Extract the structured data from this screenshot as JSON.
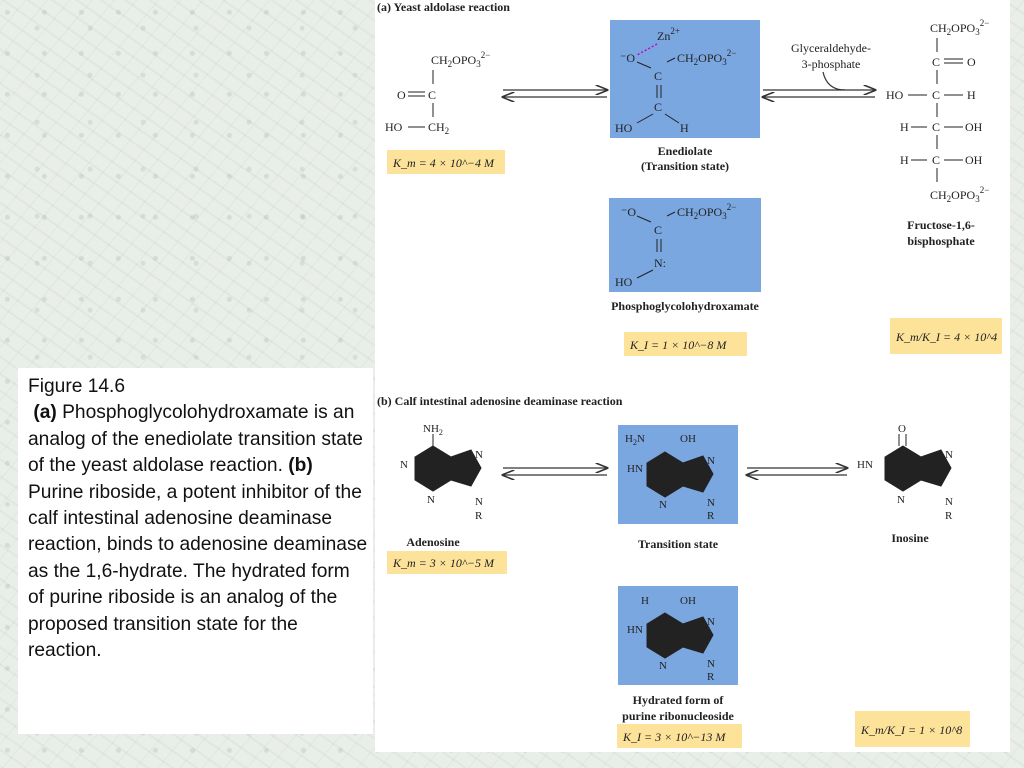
{
  "caption": {
    "figure_label": "Figure 14.6",
    "part_a_label": "(a)",
    "part_a_text": " Phosphoglycolohydroxamate is an analog of the enediolate transition state of the yeast aldolase reaction. ",
    "part_b_label": "(b)",
    "part_b_text": " Purine riboside, a potent inhibitor of the calf intestinal adenosine deaminase reaction, binds to adenosine deaminase as the 1,6-hydrate. The hydrated form of purine riboside is an analog of the proposed transition state for the reaction."
  },
  "panel_a": {
    "title": "(a)   Yeast aldolase reaction",
    "dhap_km": "K_m = 4 × 10^−4 M",
    "enediolate_label_1": "Enediolate",
    "enediolate_label_2": "(Transition state)",
    "g3p_label_1": "Glyceraldehyde-",
    "g3p_label_2": "3-phosphate",
    "fbp_label_1": "Fructose-1,6-",
    "fbp_label_2": "bisphosphate",
    "pgh_label": "Phosphoglycolohydroxamate",
    "pgh_ki": "K_I = 1 × 10^−8 M",
    "ratio": "K_m/K_I = 4 × 10^4"
  },
  "panel_b": {
    "title": "(b)   Calf intestinal adenosine deaminase reaction",
    "adenosine_label": "Adenosine",
    "adenosine_km": "K_m = 3 × 10^−5 M",
    "ts_label": "Transition state",
    "inosine_label": "Inosine",
    "hydrated_label_1": "Hydrated  form of",
    "hydrated_label_2": "purine ribonucleoside",
    "hydrated_ki": "K_I = 3 × 10^−13 M",
    "ratio": "K_m/K_I = 1 × 10^8"
  },
  "colors": {
    "highlight_blue": "#7ba7e0",
    "km_yellow": "#fde399",
    "zn_bond": "#c000c0"
  }
}
